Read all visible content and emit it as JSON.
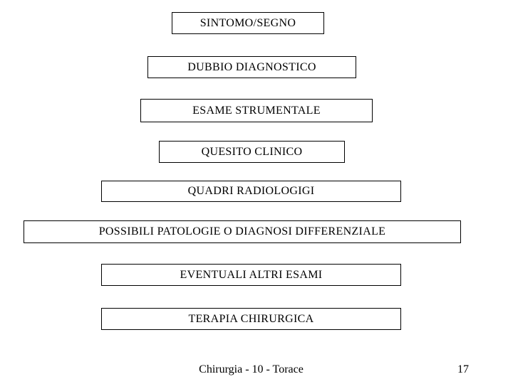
{
  "slide": {
    "background_color": "#ffffff",
    "border_color": "#000000",
    "text_color": "#000000",
    "boxes": [
      {
        "label": "SINTOMO/SEGNO"
      },
      {
        "label": "DUBBIO DIAGNOSTICO"
      },
      {
        "label": "ESAME STRUMENTALE"
      },
      {
        "label": "QUESITO CLINICO"
      },
      {
        "label": "QUADRI RADIOLOGIGI"
      },
      {
        "label": "POSSIBILI PATOLOGIE O DIAGNOSI DIFFERENZIALE"
      },
      {
        "label": "EVENTUALI ALTRI ESAMI"
      },
      {
        "label": "TERAPIA CHIRURGICA"
      }
    ],
    "footer": {
      "title": "Chirurgia - 10 - Torace",
      "page_number": "17"
    }
  }
}
